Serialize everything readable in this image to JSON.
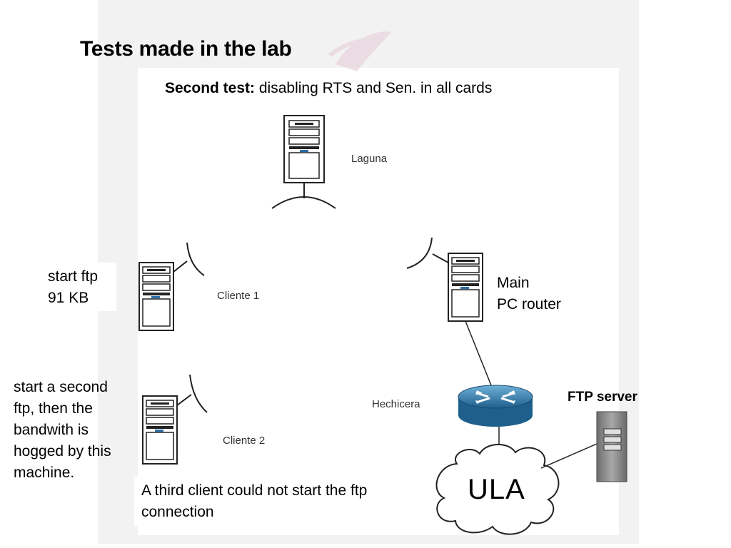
{
  "slide": {
    "title": "Tests made in the lab",
    "subtitle_bold": "Second test:",
    "subtitle_rest": " disabling RTS and Sen. in all cards"
  },
  "nodes": {
    "laguna": "Laguna",
    "cliente1": "Cliente 1",
    "cliente2": "Cliente 2",
    "main_router": [
      "Main",
      "PC router"
    ],
    "hechicera": "Hechicera",
    "ftp_server": "FTP server",
    "cloud": "ULA"
  },
  "notes": {
    "client1": [
      "start ftp",
      "91 KB"
    ],
    "client2": [
      "start a second",
      "ftp, then the",
      "bandwith is",
      "hogged by this",
      "machine."
    ],
    "third": [
      "A third client could not start the ftp",
      "connection"
    ]
  },
  "colors": {
    "router_blue": "#2f78a8",
    "server_gray": "#8a8a8a",
    "watermark": "#e7d3dc"
  }
}
